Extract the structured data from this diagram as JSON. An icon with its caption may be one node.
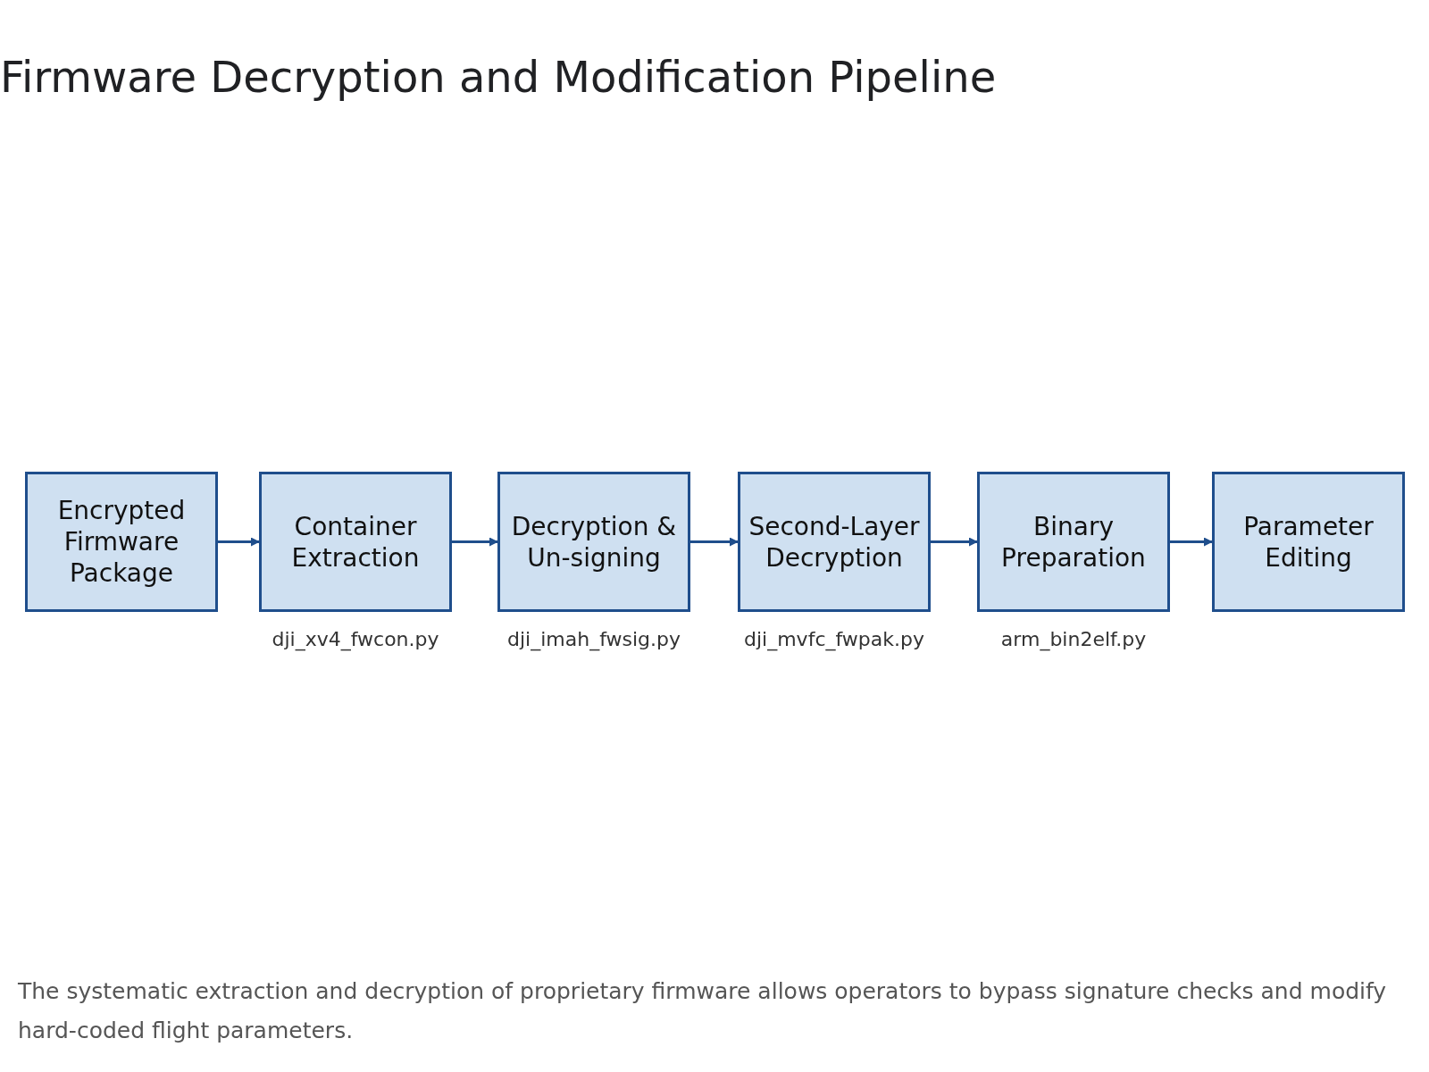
{
  "diagram": {
    "title": "Firmware Decryption and Modification Pipeline",
    "caption": "The systematic extraction and decryption of proprietary firmware allows operators to bypass signature checks and modify hard-coded flight parameters.",
    "nodes": [
      {
        "text": [
          "Encrypted Firmware Package"
        ]
      },
      {
        "text": [
          "Container Extraction"
        ],
        "beside": [
          "dji_xv4_fwcon.py"
        ]
      },
      {
        "text": [
          "Decryption & Un-signing"
        ],
        "beside": [
          "dji_imah_fwsig.py"
        ]
      },
      {
        "text": [
          "Second-Layer Decryption"
        ],
        "beside": [
          "dji_mvfc_fwpak.py"
        ]
      },
      {
        "text": [
          "Binary Preparation"
        ],
        "beside": [
          "arm_bin2elf.py"
        ]
      },
      {
        "text": [
          "Parameter Editing"
        ]
      }
    ],
    "edges": [
      {
        "from": 0,
        "to": 1,
        "arrow": "to"
      },
      {
        "from": 1,
        "to": 2,
        "arrow": "to"
      },
      {
        "from": 2,
        "to": 3,
        "arrow": "to"
      },
      {
        "from": 3,
        "to": 4,
        "arrow": "to"
      },
      {
        "from": 4,
        "to": 5,
        "arrow": "to"
      }
    ]
  }
}
